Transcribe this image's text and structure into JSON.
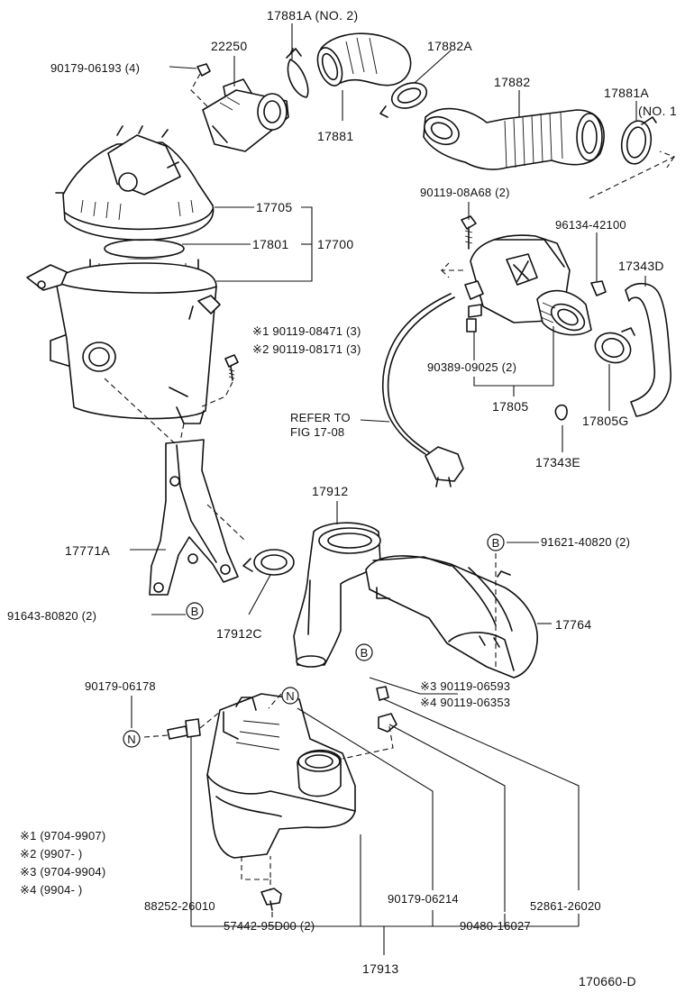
{
  "figure_code": "170660-D",
  "labels": {
    "p90179_06193": "90179-06193 (4)",
    "p22250": "22250",
    "p17881A_no2": "17881A (NO. 2)",
    "p17882A": "17882A",
    "p17882": "17882",
    "p17881A_no1_a": "17881A",
    "p17881A_no1_b": "(NO. 1",
    "p17881": "17881",
    "p90119_08A68": "90119-08A68 (2)",
    "p17705": "17705",
    "p17801": "17801",
    "p17700": "17700",
    "p96134_42100": "96134-42100",
    "p17343D": "17343D",
    "p90119_08471": "※1 90119-08471 (3)",
    "p90119_08171": "※2 90119-08171 (3)",
    "p90389_09025": "90389-09025 (2)",
    "p17805": "17805",
    "p17805G": "17805G",
    "refer_1": "REFER TO",
    "refer_2": "FIG 17-08",
    "p17343E": "17343E",
    "p17912": "17912",
    "p91621_40820": "91621-40820 (2)",
    "p17771A": "17771A",
    "p17764": "17764",
    "p91643_80820": "91643-80820 (2)",
    "p17912C": "17912C",
    "p90179_06178": "90179-06178",
    "p90119_06593": "※3 90119-06593",
    "p90119_06353": "※4 90119-06353",
    "note1": "※1 (9704-9907)",
    "note2": "※2 (9907-       )",
    "note3": "※3 (9704-9904)",
    "note4": "※4 (9904-       )",
    "p88252_26010": "88252-26010",
    "p90179_06214": "90179-06214",
    "p52861_26020": "52861-26020",
    "p57442_95D00": "57442-95D00 (2)",
    "p90480_16027": "90480-16027",
    "p17913": "17913"
  },
  "markers": {
    "B": "B",
    "N": "N"
  }
}
